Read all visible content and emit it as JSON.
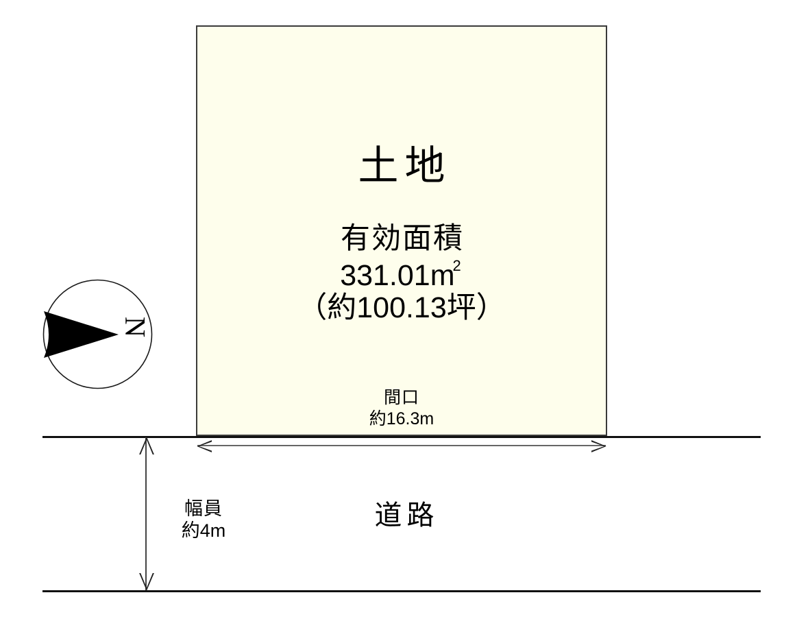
{
  "diagram": {
    "type": "land-plot-layout",
    "parcel": {
      "title": "土地",
      "area_label": "有効面積",
      "area_value_number": "331.01",
      "area_value_unit": "m",
      "area_value_superscript": "2",
      "area_tsubo": "（約100.13坪）",
      "fill_color": "#fefeec",
      "border_color": "#3a3a3a"
    },
    "frontage": {
      "label": "間口",
      "value": "約16.3m"
    },
    "road": {
      "label": "道路",
      "width_label": "幅員",
      "width_value": "約4m"
    },
    "compass": {
      "direction_letter": "N",
      "icon": "compass-north-arrow-icon"
    }
  }
}
